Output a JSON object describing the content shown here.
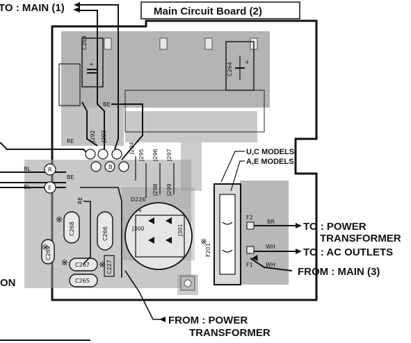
{
  "title": "Main Circuit Board (2)",
  "labels": {
    "to_main_1": "TO : MAIN (1)",
    "to_power_transformer_line1": "TO : POWER",
    "to_power_transformer_line2": "TRANSFORMER",
    "to_ac_outlets": "TO : AC OUTLETS",
    "from_main_3": "FROM : MAIN (3)",
    "from_power_transformer_line1": "FROM : POWER",
    "from_power_transformer_line2": "TRANSFORMER",
    "uc_models": "U,C MODELS",
    "ae_models": "A,E MODELS",
    "left_cut_text": "ON"
  },
  "components": {
    "c263": "C263",
    "c264": "C264",
    "j292": "J292",
    "j293": "J293",
    "j294": "J294",
    "j295": "J295",
    "j296": "J296",
    "j297": "J297",
    "j298": "J298",
    "j299": "J299",
    "d226": "D226",
    "j300": "J300",
    "j301": "J301",
    "c266": "C266",
    "c268": "C268",
    "c267": "C267",
    "c265": "C265",
    "c269": "C269",
    "c227": "C227",
    "f201": "F201",
    "f1": "F1",
    "f2": "F2"
  },
  "wire_colors": {
    "be": "BE",
    "re": "RE",
    "bl": "BL",
    "br": "BR",
    "wh": "WH",
    "r": "R",
    "e": "E",
    "b": "B",
    "plus": "+"
  }
}
